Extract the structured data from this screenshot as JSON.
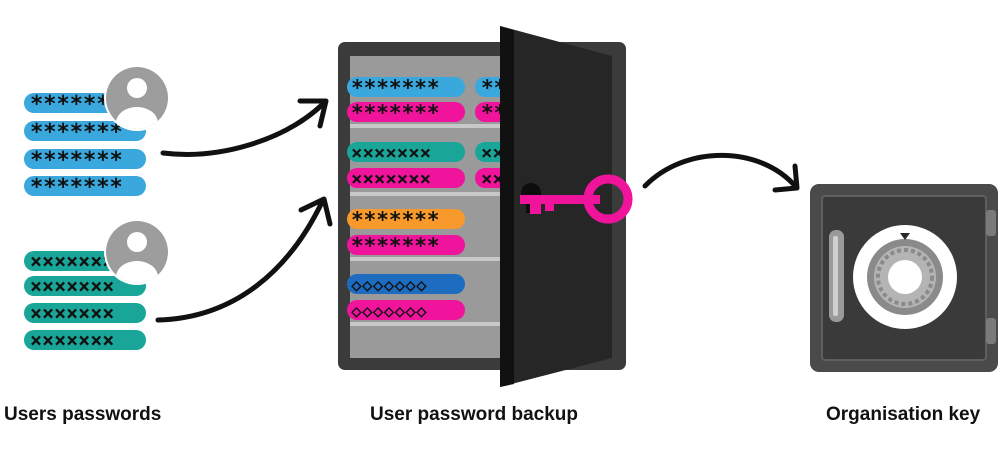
{
  "captions": {
    "users_passwords": "Users passwords",
    "user_password_backup": "User password backup",
    "organisation_key": "Organisation key"
  },
  "colors": {
    "blue": "#3aa7dd",
    "pink": "#f0139c",
    "teal": "#19a598",
    "orange": "#f79a2b",
    "dark_blue": "#1d6cc0",
    "cabinet": "#3b3b3b",
    "door": "#262626",
    "safe": "#4a4a4a",
    "avatar": "#9d9d9d",
    "arrow": "#111111"
  },
  "icons": {
    "user_avatar": "user-avatar-icon",
    "key": "key-icon",
    "safe": "safe-icon",
    "keyhole": "keyhole-icon",
    "arrow": "curved-arrow-icon"
  },
  "password_glyphs": {
    "asterisk": "*******",
    "cross": "×××××××",
    "diamond": "◇◇◇◇◇◇◇"
  }
}
